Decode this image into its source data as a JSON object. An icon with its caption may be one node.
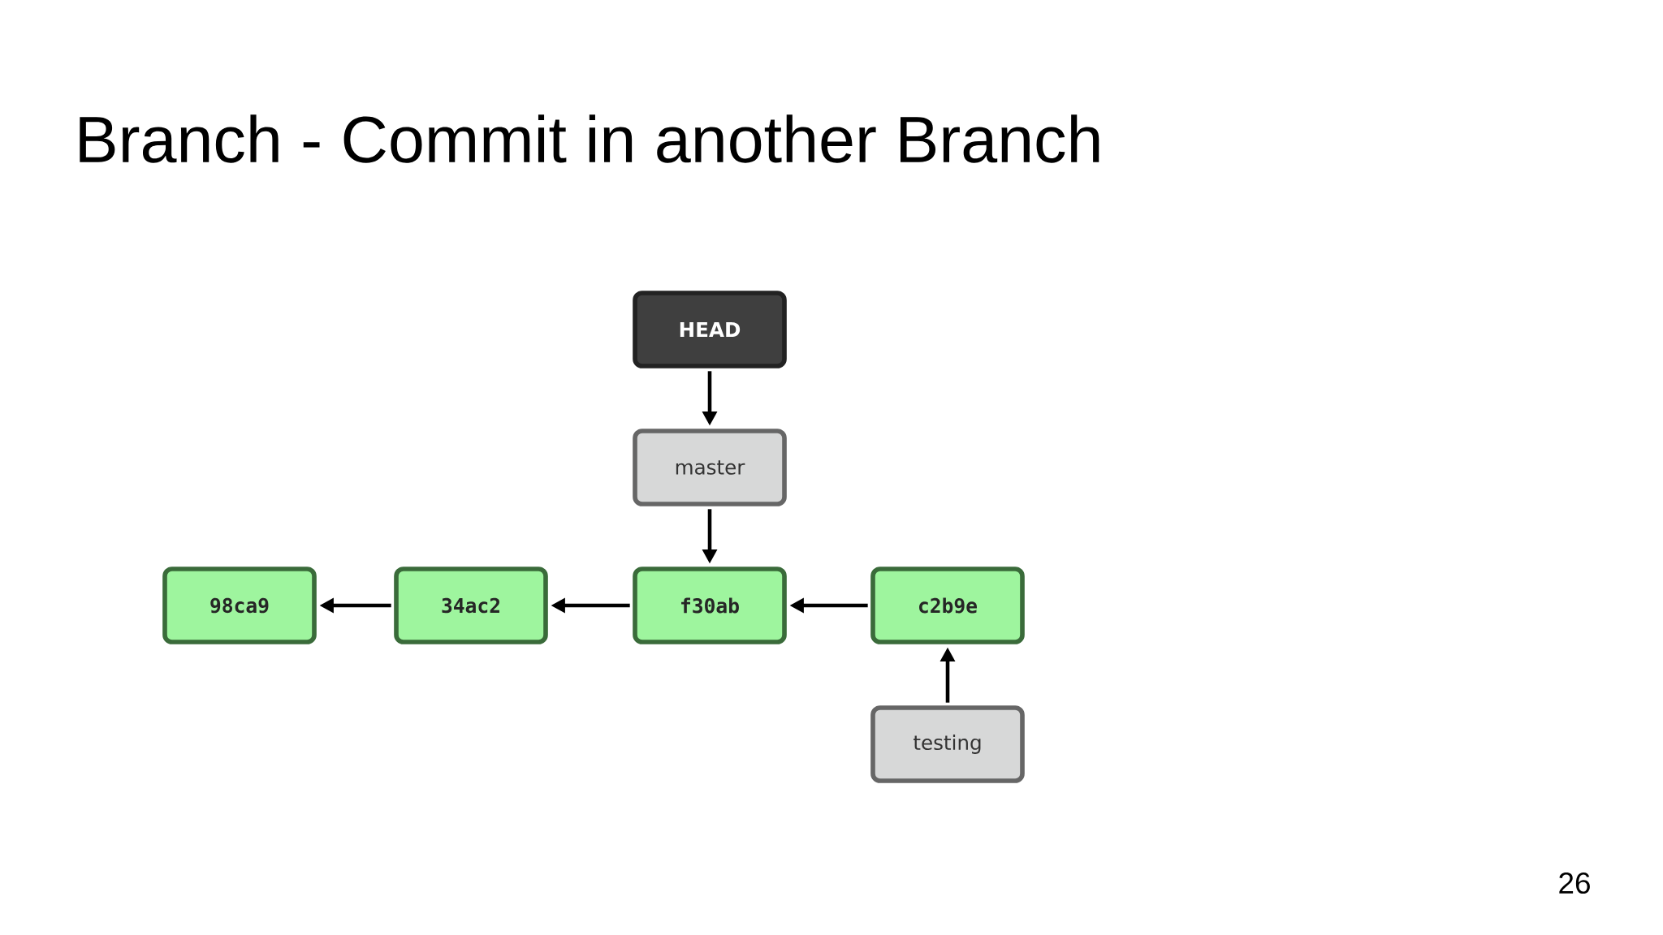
{
  "diagram": {
    "title": "Branch - Commit in another Branch",
    "nodes": [
      {
        "text": [
          "HEAD"
        ]
      },
      {
        "text": [
          "master"
        ]
      },
      {
        "text": [
          "98ca9"
        ]
      },
      {
        "text": [
          "34ac2"
        ]
      },
      {
        "text": [
          "f30ab"
        ]
      },
      {
        "text": [
          "c2b9e"
        ]
      },
      {
        "text": [
          "testing"
        ]
      }
    ],
    "edges": [
      {
        "from": 0,
        "to": 1,
        "arrow": "to"
      },
      {
        "from": 1,
        "to": 4,
        "arrow": "to"
      },
      {
        "from": 3,
        "to": 2,
        "arrow": "to"
      },
      {
        "from": 4,
        "to": 3,
        "arrow": "to"
      },
      {
        "from": 5,
        "to": 4,
        "arrow": "to"
      },
      {
        "from": 6,
        "to": 5,
        "arrow": "to"
      }
    ],
    "labels": [
      "26"
    ]
  }
}
